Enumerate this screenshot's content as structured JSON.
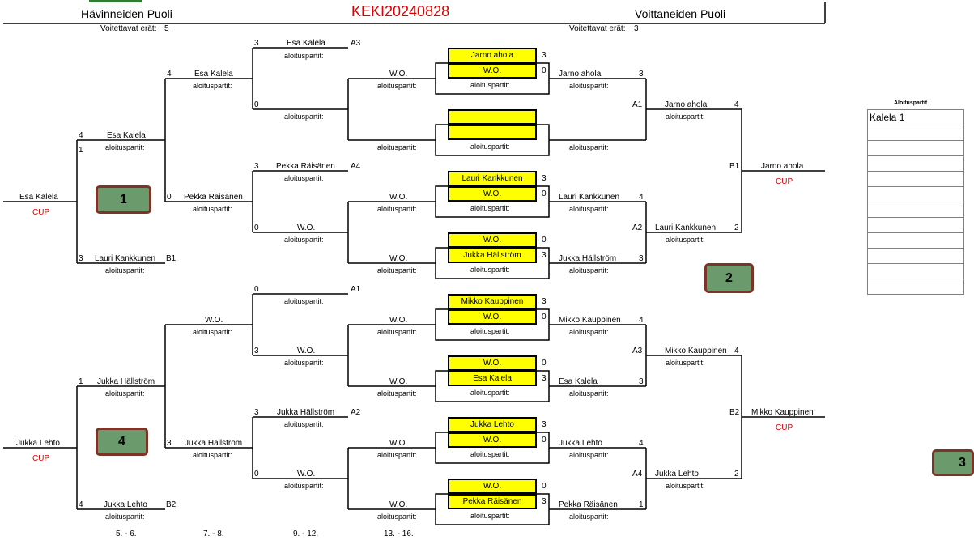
{
  "sheet": {
    "title": "KEKI20240828",
    "losers_header": "Hävinneiden Puoli",
    "winners_header": "Voittaneiden Puoli",
    "losers_to_win_label": "Voitettavat erät:",
    "losers_to_win_value": "5",
    "winners_to_win_label": "Voitettavat erät:",
    "winners_to_win_value": "3",
    "sub_label": "aloituspartit:",
    "cup_label": "CUP",
    "wo": "W.O.",
    "places": [
      "5. - 6.",
      "7. - 8.",
      "9. - 12.",
      "13. - 16."
    ]
  },
  "losers": {
    "c4_top_s1": "3",
    "c4_top_n1": "Esa Kalela",
    "c4_top_a1": "A3",
    "c4_top_s2": "0",
    "c4_top_s3": "3",
    "c4_top_n3": "Pekka Räisänen",
    "c4_top_a3": "A4",
    "c4_top_s4": "0",
    "c4_bot_s1": "0",
    "c4_bot_a1": "A1",
    "c4_bot_s2": "3",
    "c4_bot_s3": "3",
    "c4_bot_n3": "Jukka Hällström",
    "c4_bot_a3": "A2",
    "c4_bot_s4": "0",
    "c3_s1": "4",
    "c3_n1": "Esa Kalela",
    "c3_s2": "0",
    "c3_n2": "Pekka Räisänen",
    "c3_n3": "W.O.",
    "c3_s4": "3",
    "c3_n4": "Jukka Hällström",
    "c2_s1": "4",
    "c2_n1": "Esa Kalela",
    "c2_s1b": "1",
    "c2_s2": "3",
    "c2_n2": "Lauri Kankkunen",
    "c2_b2": "B1",
    "c2_s3": "1",
    "c2_n3": "Jukka Hällström",
    "c2_s4": "4",
    "c2_n4": "Jukka Lehto",
    "c2_b4": "B2",
    "final_top": "Esa Kalela",
    "final_bot": "Jukka Lehto"
  },
  "center": {
    "rows": [
      {
        "name": "Jarno ahola",
        "score": "3"
      },
      {
        "name": "W.O.",
        "score": "0"
      },
      {
        "name": "",
        "score": ""
      },
      {
        "name": "",
        "score": ""
      },
      {
        "name": "Lauri Kankkunen",
        "score": "3"
      },
      {
        "name": "W.O.",
        "score": "0"
      },
      {
        "name": "W.O.",
        "score": "0"
      },
      {
        "name": "Jukka Hällström",
        "score": "3"
      },
      {
        "name": "Mikko Kauppinen",
        "score": "3"
      },
      {
        "name": "W.O.",
        "score": "0"
      },
      {
        "name": "W.O.",
        "score": "0"
      },
      {
        "name": "Esa Kalela",
        "score": "3"
      },
      {
        "name": "Jukka Lehto",
        "score": "3"
      },
      {
        "name": "W.O.",
        "score": "0"
      },
      {
        "name": "W.O.",
        "score": "0"
      },
      {
        "name": "Pekka Räisänen",
        "score": "3"
      }
    ]
  },
  "winners": {
    "r2": [
      {
        "name": "Jarno ahola",
        "score": "3"
      },
      {
        "name": "",
        "score": ""
      },
      {
        "name": "Lauri Kankkunen",
        "score": "4"
      },
      {
        "name": "Jukka Hällström",
        "score": "3"
      },
      {
        "name": "Mikko Kauppinen",
        "score": "4"
      },
      {
        "name": "Esa Kalela",
        "score": "3"
      },
      {
        "name": "Jukka Lehto",
        "score": "4"
      },
      {
        "name": "Pekka Räisänen",
        "score": "1"
      }
    ],
    "r3": [
      {
        "name": "Jarno ahola",
        "score": "4",
        "tag": "A1"
      },
      {
        "name": "Lauri Kankkunen",
        "score": "2",
        "tag": "A2"
      },
      {
        "name": "Mikko Kauppinen",
        "score": "4",
        "tag": "A3"
      },
      {
        "name": "Jukka Lehto",
        "score": "2",
        "tag": "A4"
      }
    ],
    "final_top": {
      "name": "Jarno ahola",
      "tag": "B1"
    },
    "final_bot": {
      "name": "Mikko Kauppinen",
      "tag": "B2"
    }
  },
  "badges": [
    "1",
    "2",
    "4",
    "3"
  ],
  "side_panel": {
    "header": "Aloituspartit",
    "rows": [
      "Kalela 1",
      "",
      "",
      "",
      "",
      "",
      "",
      "",
      "",
      "",
      "",
      ""
    ]
  }
}
